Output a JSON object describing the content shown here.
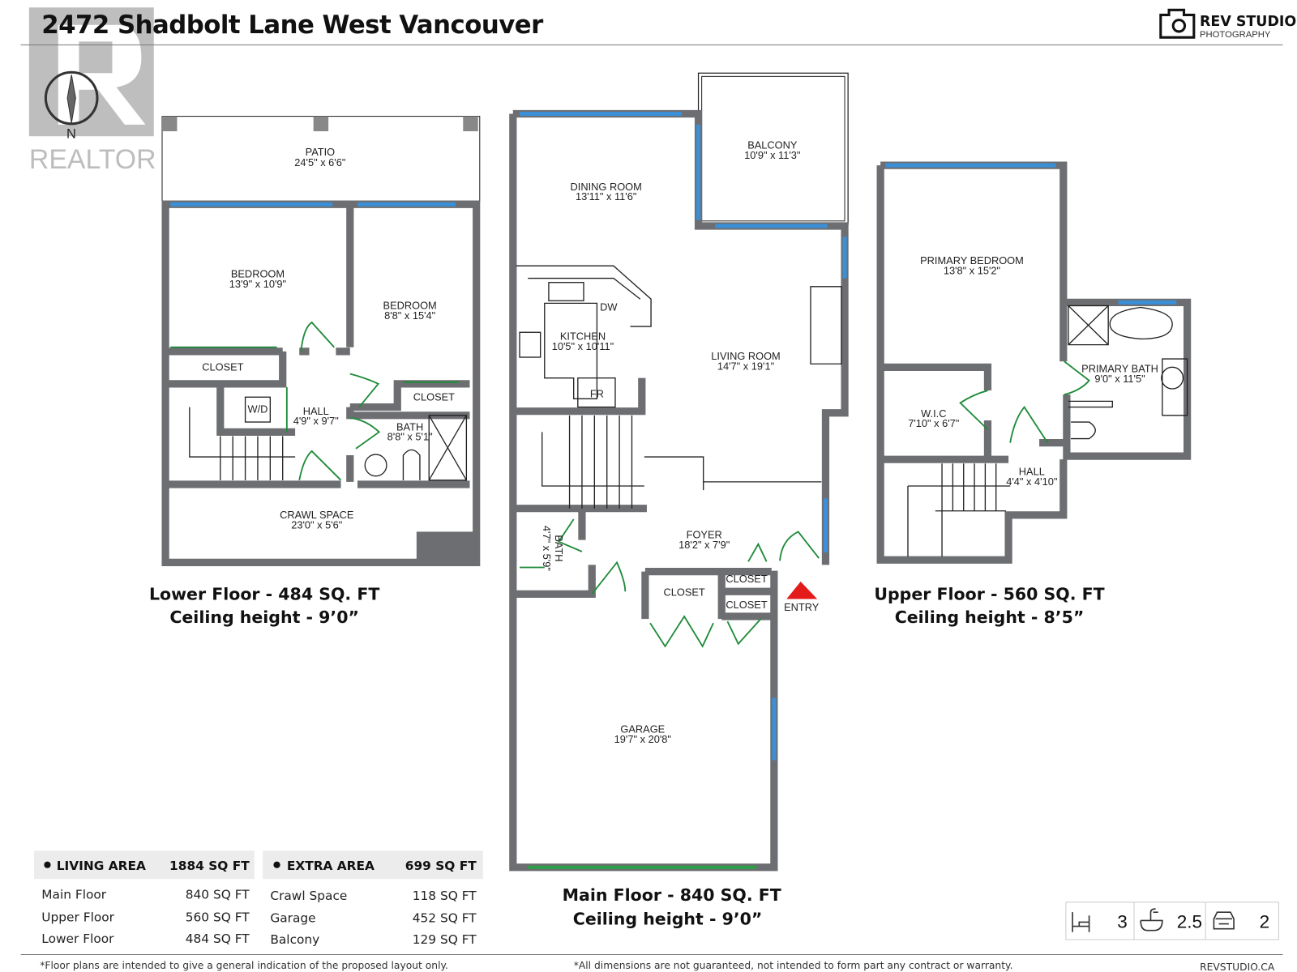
{
  "header": {
    "title": "2472 Shadbolt Lane West Vancouver"
  },
  "watermark": {
    "text": "REALTOR",
    "compass_label": "N"
  },
  "brand": {
    "name": "REV STUDIO",
    "sub": "PHOTOGRAPHY",
    "website": "REVSTUDIO.CA"
  },
  "lower_floor": {
    "caption": "Lower Floor - 484 SQ. FT",
    "ceiling": "Ceiling height - 9’0”",
    "rooms": [
      {
        "name": "PATIO",
        "dims": "24'5\" x 6'6\""
      },
      {
        "name": "BEDROOM",
        "dims": "13'9\" x 10'9\""
      },
      {
        "name": "BEDROOM",
        "dims": "8'8\" x 15'4\""
      },
      {
        "name": "CLOSET",
        "dims": ""
      },
      {
        "name": "CLOSET",
        "dims": ""
      },
      {
        "name": "HALL",
        "dims": "4'9\" x 9'7\""
      },
      {
        "name": "BATH",
        "dims": "8'8\" x 5'1\""
      },
      {
        "name": "CRAWL SPACE",
        "dims": "23'0\" x 5'6\""
      }
    ],
    "fixtures": {
      "washer_dryer": "W/D"
    }
  },
  "main_floor": {
    "caption": "Main Floor - 840 SQ. FT",
    "ceiling": "Ceiling height - 9’0”",
    "rooms": [
      {
        "name": "BALCONY",
        "dims": "10'9\" x 11'3\""
      },
      {
        "name": "DINING ROOM",
        "dims": "13'11\" x 11'6\""
      },
      {
        "name": "KITCHEN",
        "dims": "10'5\" x 10'11\""
      },
      {
        "name": "LIVING ROOM",
        "dims": "14'7\" x 19'1\""
      },
      {
        "name": "FOYER",
        "dims": "18'2\" x 7'9\""
      },
      {
        "name": "BATH",
        "dims": "4'7\" x 5'9\""
      },
      {
        "name": "CLOSET",
        "dims": ""
      },
      {
        "name": "CLOSET",
        "dims": ""
      },
      {
        "name": "CLOSET",
        "dims": ""
      },
      {
        "name": "GARAGE",
        "dims": "19'7\" x 20'8\""
      }
    ],
    "fixtures": {
      "dishwasher": "DW",
      "fridge": "FR"
    },
    "entry_label": "ENTRY",
    "entry_color": "#e31b1b"
  },
  "upper_floor": {
    "caption": "Upper Floor - 560 SQ. FT",
    "ceiling": "Ceiling height - 8’5”",
    "rooms": [
      {
        "name": "PRIMARY BEDROOM",
        "dims": "13'8\" x 15'2\""
      },
      {
        "name": "PRIMARY BATH",
        "dims": "9'0\" x 11'5\""
      },
      {
        "name": "W.I.C",
        "dims": "7'10\" x 6'7\""
      },
      {
        "name": "HALL",
        "dims": "4'4\" x 4'10\""
      }
    ]
  },
  "area_table": {
    "living": {
      "label": "LIVING AREA",
      "total": "1884 SQ FT",
      "rows": [
        {
          "label": "Main Floor",
          "value": "840 SQ FT"
        },
        {
          "label": "Upper Floor",
          "value": "560 SQ FT"
        },
        {
          "label": "Lower Floor",
          "value": "484 SQ FT"
        }
      ]
    },
    "extra": {
      "label": "EXTRA AREA",
      "total": "699 SQ FT",
      "rows": [
        {
          "label": "Crawl Space",
          "value": "118 SQ FT"
        },
        {
          "label": "Garage",
          "value": "452 SQ FT"
        },
        {
          "label": "Balcony",
          "value": "129 SQ FT"
        }
      ]
    }
  },
  "summary": {
    "bedrooms": {
      "icon": "bed-icon",
      "value": "3"
    },
    "bathrooms": {
      "icon": "bathtub-icon",
      "value": "2.5"
    },
    "parking": {
      "icon": "car-icon",
      "value": "2"
    }
  },
  "footer": {
    "left": "*Floor plans are intended to give a general indication of the proposed layout only.",
    "right": "*All dimensions are not guaranteed, not intended to form part any contract or warranty."
  },
  "colors": {
    "wall": "#6d6e71",
    "window": "#3b8fd6",
    "door": "#1f8b3a",
    "header_band": "#ececec"
  }
}
